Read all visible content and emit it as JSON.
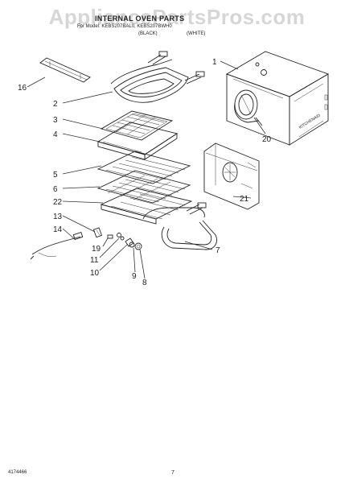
{
  "watermark": "AppliancePartsPros.com",
  "header": {
    "title": "INTERNAL OVEN PARTS",
    "subtitle": "For Model: KEBS207BAL0, KEBS207BWH0",
    "col_black": "(BLACK)",
    "col_white": "(WHITE)"
  },
  "callouts": [
    "1",
    "2",
    "3",
    "4",
    "5",
    "6",
    "7",
    "8",
    "9",
    "10",
    "11",
    "13",
    "14",
    "16",
    "19",
    "20",
    "21",
    "22"
  ],
  "footer": {
    "doc_number": "4174466",
    "page_number": "7"
  }
}
